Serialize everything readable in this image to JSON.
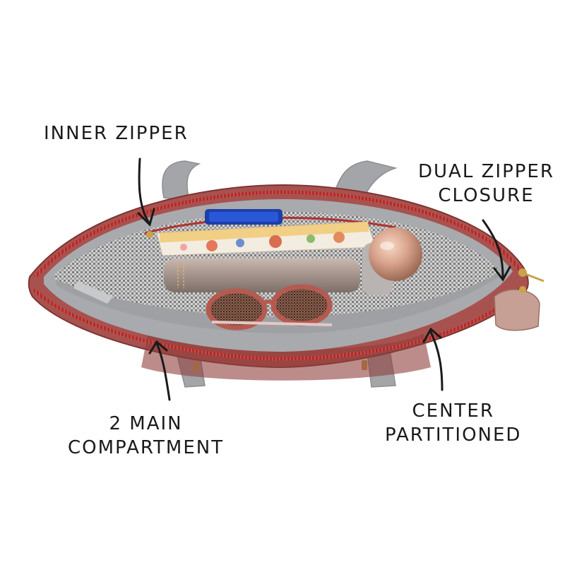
{
  "callouts": {
    "inner_zipper": {
      "line1": "INNER ZIPPER"
    },
    "dual_zipper": {
      "line1": "DUAL ZIPPER",
      "line2": "CLOSURE"
    },
    "main_compartment": {
      "line1": "2 MAIN",
      "line2": "COMPARTMENT"
    },
    "center_partitioned": {
      "line1": "CENTER",
      "line2": "PARTITIONED"
    }
  },
  "colors": {
    "background": "#ffffff",
    "bag_outer": "#a8524f",
    "zipper": "#b2302f",
    "lining_gray": "#a9aaad",
    "houndstooth": "#8a8a8a",
    "handle": "#a4a5a8",
    "hardware": "#c9a24a"
  }
}
